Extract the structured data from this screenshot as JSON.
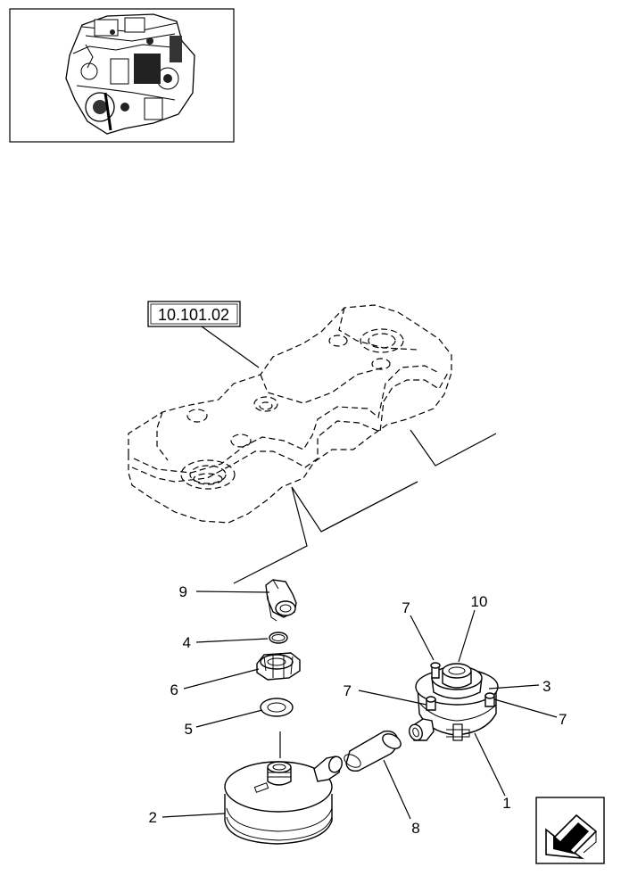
{
  "reference_box": {
    "label": "10.101.02"
  },
  "callouts": {
    "c1": "1",
    "c2": "2",
    "c3": "3",
    "c4": "4",
    "c5": "5",
    "c6": "6",
    "c7a": "7",
    "c7b": "7",
    "c7c": "7",
    "c8": "8",
    "c9": "9",
    "c10": "10"
  },
  "icons": {
    "thumbnail": "engine-thumbnail-icon",
    "nav": "previous-page-arrow-icon"
  }
}
